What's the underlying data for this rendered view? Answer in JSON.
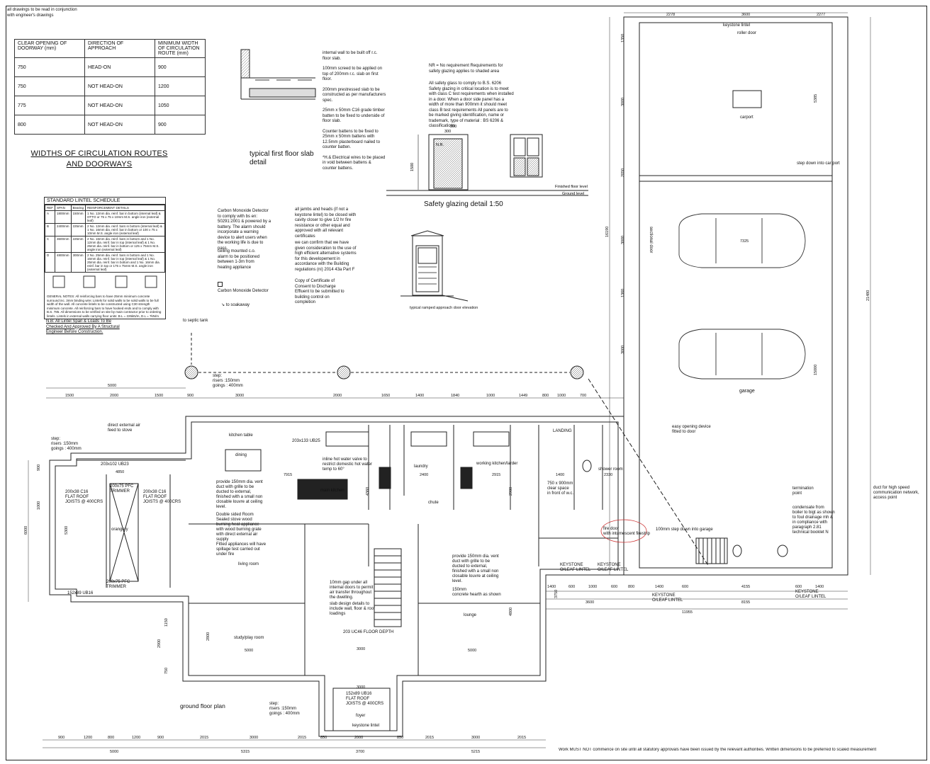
{
  "top_note": "all drawings to be read in conjunction\nwith engineer's drawings",
  "circulation_table": {
    "headers": [
      "CLEAR OPENING OF DOORWAY (mm)",
      "DIRECTION OF APPROACH",
      "MINIMUM WIDTH OF CIRCULATION ROUTE (mm)"
    ],
    "rows": [
      [
        "750",
        "HEAD-ON",
        "900"
      ],
      [
        "750",
        "NOT HEAD-ON",
        "1200"
      ],
      [
        "775",
        "NOT HEAD-ON",
        "1050"
      ],
      [
        "800",
        "NOT HEAD-ON",
        "900"
      ]
    ],
    "caption": "WIDTHS OF CIRCULATION ROUTES\nAND DOORWAYS"
  },
  "slab_detail": {
    "caption": "typical first floor slab\ndetail",
    "notes": [
      "internal wall to be built off r.c. floor slab.",
      "100mm screed to be applied on top of 200mm r.c. slab on first floor.",
      "200mm prestressed slab to be constructed as per manufacturers spec.",
      "25mm x 50mm C16 grade timber batten to be fixed to underside of floor slab.",
      "Counter battens to be fixed to 25mm x 50mm battens with 12.5mm plasterboard nailed to counter batten.",
      "*H.& Electrical wires to be placed in void between battens & counter battens."
    ]
  },
  "glazing": {
    "notes": [
      "NR = No requirement Requirements for safety glazing applies to shaded area",
      "All safety glass to comply to B.S. 6206 Safety glazing in critical location is to meet with class C test requirements when installed in a door. When a door side panel has a width of more than 900mm it should meet class B test requirements All panels are to be marked giving identification, name or trademark, type of material : BS 6206 & classifications"
    ],
    "caption": "Safety glazing detail 1:50",
    "finished_floor": "Finished floor level",
    "ground_level": "Ground level",
    "dim_300a": "300",
    "dim_300b": "300",
    "dim_1500": "1500",
    "nr": "N.R."
  },
  "lintel": {
    "title": "STANDARD LINTEL SCHEDULE",
    "headers": [
      "REF",
      "SPAN",
      "Bearing",
      "REINFORCEMENT DETAILS"
    ],
    "rows": [
      [
        "A",
        "1800mm",
        "150mm",
        "1 No. 12mm dia. reinf. bar in bottom (internal leaf) & OTTO or 75 x 75 x 10mm M.S. angle iron (external leaf)"
      ],
      [
        "B",
        "2400mm",
        "225mm",
        "2 No. 12mm dia. reinf. bars in bottom (internal leaf) & 1 No. 16mm dia. reinf. bar in bottom or 100 x 75 x 10mm M.S. angle iron (external leaf)"
      ],
      [
        "C",
        "3600mm",
        "225mm",
        "2 No. 16mm dia. reinf. bars in bottom and 1 No. 12mm dia. reinf. bar in top (internal leaf) & 1 No. 25mm dia. reinf. bar in bottom or 125 x 75mm M.S. angle iron (external leaf)"
      ],
      [
        "D",
        "4800mm",
        "300mm",
        "2 No. 25mm dia. reinf. bars in bottom and 1 No. 16mm dia. reinf. bar in top (internal leaf) & 1 No. 25mm dia. reinf. bar in bottom and 1 No. 16mm dia. reinf. bar in top or 175 x 75mm M.S. angle iron (external leaf)"
      ]
    ],
    "general_notes": "GENERAL NOTES: All reinforcing bars to have 25mm minimum concrete surround inc. 3mm binding wire; Lintels for solid walls to be solid walls to be full width of the wall. All concrete lintels to be constructed using C30 strength minimum concrete. All reinforcing bars to have hooked ends and to comply with B.S. 785. All dimensions to be verified on site by main contractor prior to ordering lintels. Lintels in external walls carrying floor units: B.L = 225kN/m, D.L = 7kN/m",
    "nb": "N.B: All Lintel Span & Loads To Be\nChecked And Approved By A Structural\nEngineer Before Construction."
  },
  "co_notes": {
    "co_detector": "Carbon Monoxide Detector\nto comply with bs en:\n50291:2001 & powered by a\nbattery. The alarm should\nincorporate a warning\ndevice to alert users when\nthe working life is due to\npass.",
    "ceiling": "ceiling mounted c.o.\nalarm to be positioned\nbetween 1-3m from\nheating appliance",
    "co_legend": "Carbon Monoxide Detector",
    "soakaway": "to soakaway",
    "jambs": "all jambs and heads (if not a\nkeystone lintel) to be closed with\ncavity closer to give 1/2 hr fire\nresistance or other equal and\napproved with all relevant\ncertificates",
    "confirm": "we can confirm that we have\ngiven consideration to the use of\nhigh efficient alternative systems\nfor this developement in\naccordance with the Building\nregulations (ni) 2014 43a Part F",
    "copy": "Copy of Certificate of\nConsent to Discharge\nEffluent to be submitted to\nbuilding control on\ncompletion",
    "ramp_caption": "typical ramped approach door elevation"
  },
  "plan": {
    "title": "ground floor plan",
    "septic": "to septic tank",
    "steps_mid": "step:\nrisers :150mm\ngoings : 400mm",
    "steps_left": "step:\nrisers :150mm\ngoings : 400mm",
    "steps_bottom": "step:\nrisers :150mm\ngoings : 400mm",
    "rooms": {
      "kitchen_table": "kitchen table",
      "dining": "dining",
      "main_kitchen": "main kitchen",
      "laundry": "laundry",
      "working_kitchen": "working kitchen/larder",
      "chute": "chute",
      "landing": "LANDING",
      "shower": "shower room",
      "orangery": "orangery",
      "living": "living room",
      "study": "study/play room",
      "lounge": "lounge",
      "foyer": "foyer",
      "carport": "carport",
      "garage": "garage"
    },
    "notes": {
      "air_feed": "direct external air\nfeed to stove",
      "hot_water": "inline hot water valve to\nrestrict domestic hot water\ntemp to 60°",
      "vent1": "provide 150mm dia. vent\nduct with grille to be\nducted to external,\nfinished with a small non\nclosable louvre at ceiling\nlevel.",
      "double_sided": "Double sided Room\nSealed stove wood\nburning heat appliance\nwith wood burning grate\nwith direct external air\nsupply\nFitted appliances will have\nspillage test carried out\nunder fire",
      "gap": "10mm gap under all\ninternal doors to permit\nair transfer throughout\nthe dwelling.",
      "slab": "slab design details to\ninclude wall, floor & roof\nloadings",
      "vent2": "provide 150mm dia. vent\nduct with grille to be\nducted to external,\nfinished with a small non\nclosable louvre at ceiling\nlevel.",
      "hearth": "150mm\nconcrete hearth as shown",
      "clear_space": "750 x 900mm\nclear space\nin front of w.c.",
      "fire_door": "fire door\nwith intumescent firestrip",
      "step_down_garage": "100mm step down into garage",
      "easy_opening": "easy opening device\nfitted to door",
      "termination": "termination\npoint",
      "duct": "duct for high speed\ncommunication network,\naccess point",
      "condensate": "condensate from\nboiler to bigt as shown\nto foul drainage mh &\nin compliance with\nparagraph 2.81\ntechnical booklet N",
      "step_carport": "step down into car port",
      "keystone_lintel": "keystone lintel",
      "roller_door": "roller door",
      "sectional_door": "sectional door",
      "keystone_olf1": "KEYSTONE\nO/LEAF LINTEL",
      "keystone_olf2": "KEYSTONE\nO/LEAF LINTEL",
      "keystone_olf3": "KEYSTONE\nO/LEAF LINTEL",
      "keystone_olf4": "KEYSTONE\nO/LEAF LINTEL",
      "flat_roof1": "200x38 C16\nFLAT ROOF\nJOISTS @ 400CRS",
      "flat_roof2": "200x38 C16\nFLAT ROOF\nJOISTS @ 400CRS",
      "flat_roof3": "152x89 UB16\nFLAT ROOF\nJOISTS @ 400CRS",
      "trimmer1": "200x75 PFC\nTRIMMER",
      "trimmer2": "200x75 PFC\nTRIMMER",
      "ub_1": "203x102 UB23",
      "ub_2": "203x133 UB25",
      "ub_3": "152x89 UB16",
      "ub_4": "203 UC46 FLOOR DEPTH",
      "keystone_lintel2": "keystone lintel"
    },
    "dims_top": [
      "1500",
      "2000",
      "1500",
      "900",
      "3000",
      "2000",
      "1650",
      "1400",
      "1840",
      "1000",
      "1449",
      "800",
      "1000",
      "700"
    ],
    "dims_top_total": "5000",
    "dims_garage_top": [
      "2278",
      "3600",
      "2277"
    ],
    "dims_garage_side": [
      "1350",
      "5385",
      "3000",
      "3000",
      "15000",
      "21480",
      "16190",
      "2050",
      "1360",
      "3000"
    ],
    "dims_bottom": [
      "900",
      "1200",
      "800",
      "1200",
      "900",
      "2015",
      "3000",
      "2015",
      "850",
      "2000",
      "850",
      "2015",
      "3000",
      "2015"
    ],
    "dims_bottom_totals": [
      "5000",
      "5315",
      "3700",
      "5215"
    ],
    "dims_right_bottom": [
      "1400",
      "600",
      "1000",
      "600",
      "800",
      "1400",
      "600",
      "4155",
      "600",
      "1400"
    ],
    "dims_right_totals": [
      "3600",
      "8155",
      "11955"
    ],
    "dims_misc": [
      "4850",
      "7915",
      "4360",
      "2400",
      "2915",
      "2900",
      "1400",
      "2330",
      "7325",
      "5300",
      "4800",
      "1150",
      "2900",
      "750",
      "3750",
      "6000",
      "1000",
      "900"
    ],
    "dims_mid": [
      "5000",
      "3000",
      "2800",
      "3000",
      "5000"
    ]
  },
  "footer": "Work MUST NOT commence on site until all statutory approvals have been issued by the relevant authorities. Written dimensions to be preferred to scaled measurement"
}
